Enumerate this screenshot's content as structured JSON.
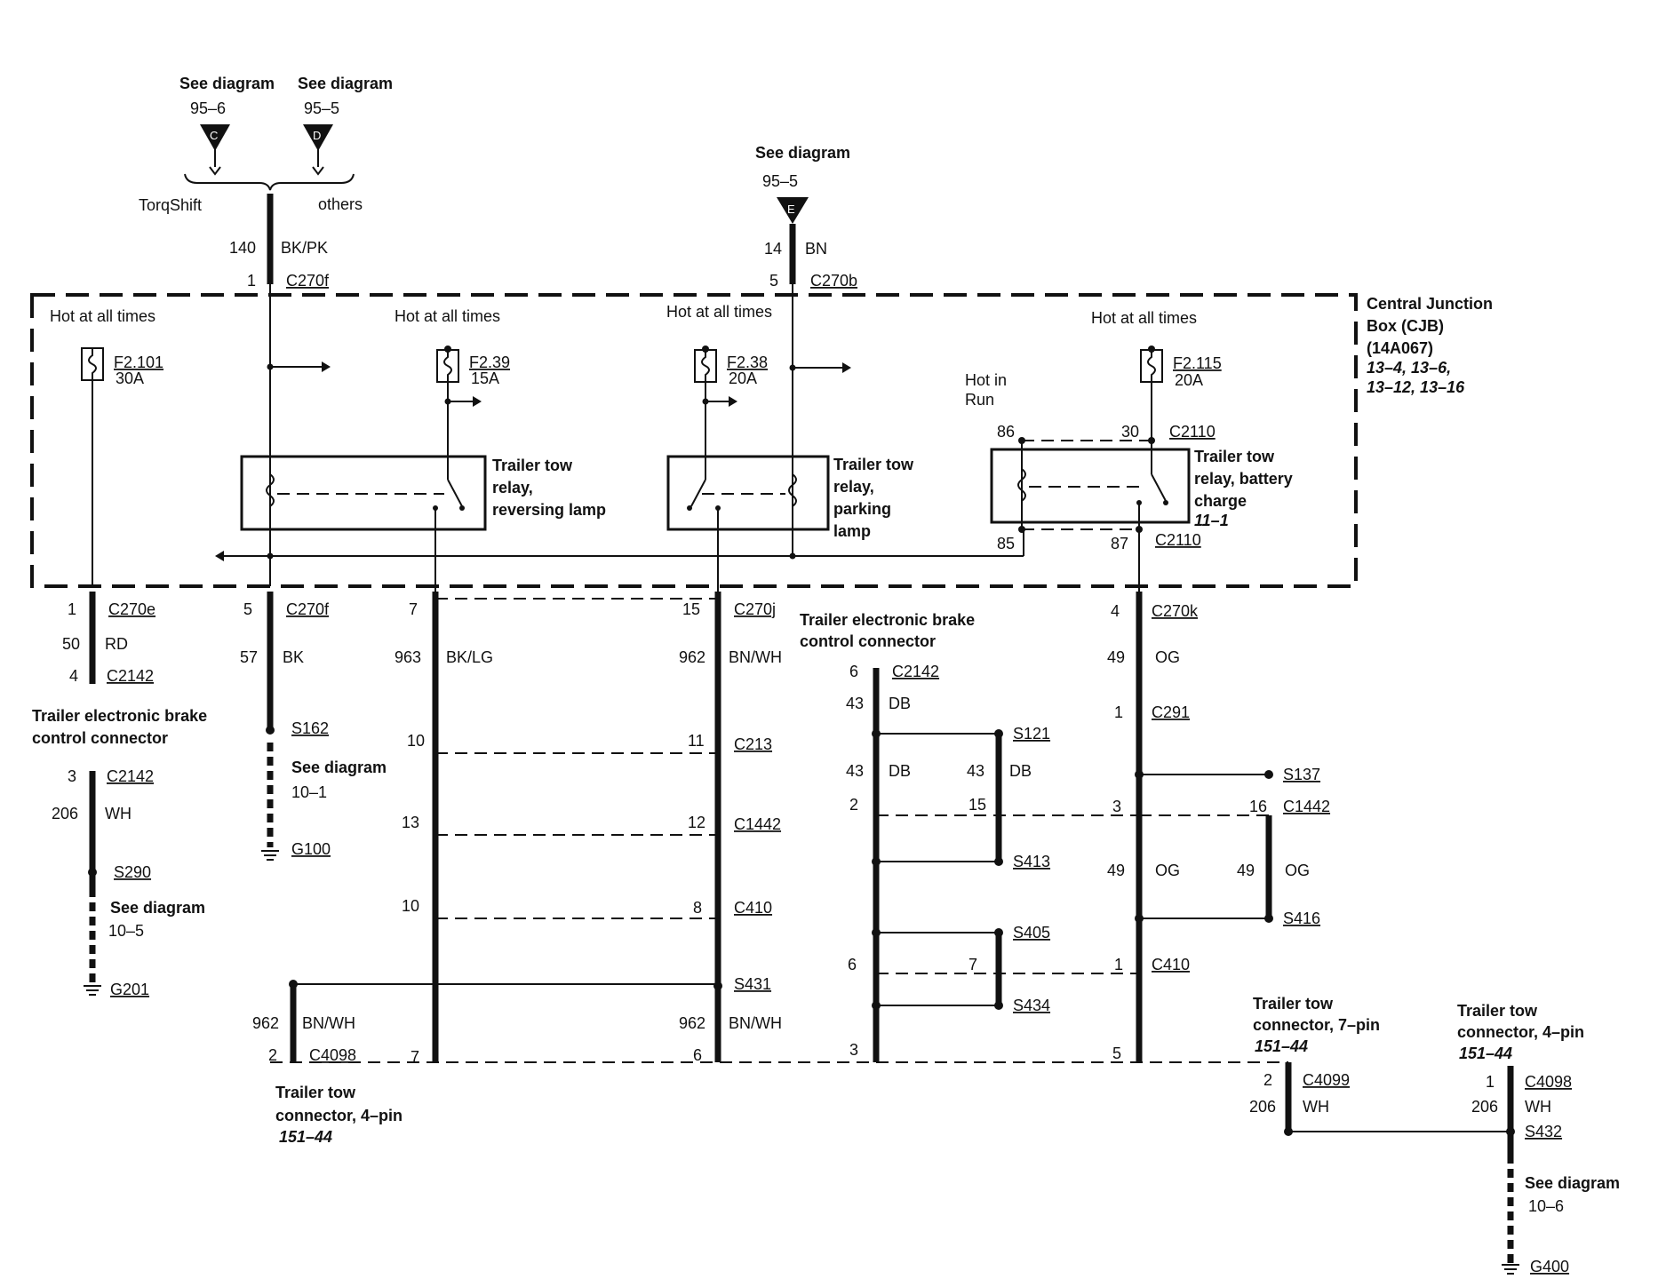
{
  "header": {
    "see_diagram_c": "See diagram",
    "ref_c": "95–6",
    "letter_c": "C",
    "see_diagram_d": "See diagram",
    "ref_d": "95–5",
    "letter_d": "D",
    "torqshift": "TorqShift",
    "others": "others",
    "see_diagram_e": "See diagram",
    "ref_e": "95–5",
    "letter_e": "E"
  },
  "feeds": {
    "left_circuit": "140",
    "left_color": "BK/PK",
    "left_pin": "1",
    "left_conn": "C270f",
    "mid_circuit": "14",
    "mid_color": "BN",
    "mid_pin": "5",
    "mid_conn": "C270b"
  },
  "cjb": {
    "title_line1": "Central Junction",
    "title_line2": "Box (CJB)",
    "part": "(14A067)",
    "pages1": "13–4, 13–6,",
    "pages2": "13–12, 13–16",
    "hot1": "Hot at all times",
    "hot2": "Hot at all times",
    "hot3": "Hot at all times",
    "hot4": "Hot at all times",
    "hot_run1": "Hot in",
    "hot_run2": "Run",
    "fuses": [
      {
        "id": "F2.101",
        "amps": "30A"
      },
      {
        "id": "F2.39",
        "amps": "15A"
      },
      {
        "id": "F2.38",
        "amps": "20A"
      },
      {
        "id": "F2.115",
        "amps": "20A"
      }
    ],
    "relay_rev": [
      "Trailer tow",
      "relay,",
      "reversing lamp"
    ],
    "relay_park": [
      "Trailer tow",
      "relay,",
      "parking",
      "lamp"
    ],
    "relay_batt": [
      "Trailer tow",
      "relay, battery",
      "charge",
      "11–1"
    ],
    "pin86": "86",
    "pin30": "30",
    "pin85": "85",
    "pin87": "87",
    "c2110": "C2110"
  },
  "branch1": {
    "pin": "1",
    "conn": "C270e",
    "circuit": "50",
    "color": "RD",
    "pin2": "4",
    "conn2": "C2142",
    "label1": "Trailer electronic brake",
    "label2": "control connector",
    "pin3": "3",
    "conn3": "C2142",
    "circuit2": "206",
    "color2": "WH",
    "splice": "S290",
    "see": "See diagram",
    "see_ref": "10–5",
    "ground": "G201"
  },
  "branch2": {
    "pin": "5",
    "conn": "C270f",
    "circuit": "57",
    "color": "BK",
    "splice": "S162",
    "see": "See diagram",
    "see_ref": "10–1",
    "ground": "G100"
  },
  "branch3": {
    "pin": "7",
    "circuit": "963",
    "color": "BK/LG",
    "p_c213": "10",
    "p_c1442": "13",
    "p_c410": "10",
    "p_c4098": "7"
  },
  "branch4": {
    "pin": "15",
    "conn": "C270j",
    "circuit": "962",
    "color": "BN/WH",
    "p_c213": "11",
    "c213": "C213",
    "p_c1442": "12",
    "c1442": "C1442",
    "p_c410": "8",
    "c410": "C410",
    "splice": "S431",
    "circuit2": "962",
    "color2": "BN/WH",
    "p_end": "6"
  },
  "branch5": {
    "circuit": "962",
    "color": "BN/WH",
    "pin": "2",
    "conn": "C4098",
    "label1": "Trailer tow",
    "label2": "connector, 4–pin",
    "page": "151–44"
  },
  "brake": {
    "label1": "Trailer electronic brake",
    "label2": "control connector",
    "pin": "6",
    "conn": "C2142",
    "circuit": "43",
    "color": "DB",
    "splice1": "S121",
    "circuit_a": "43",
    "color_a": "DB",
    "circuit_b": "43",
    "color_b": "DB",
    "p_c1442": "2",
    "p_c1442b": "15",
    "splice2": "S413",
    "splice3": "S405",
    "p_c410": "6",
    "p_c410b": "7",
    "splice4": "S434",
    "p_end": "3"
  },
  "branch6": {
    "pin": "4",
    "conn": "C270k",
    "circuit": "49",
    "color": "OG",
    "p_c291": "1",
    "c291": "C291",
    "splice1": "S137",
    "p_c1442": "3",
    "p_c1442b": "16",
    "c1442": "C1442",
    "circuit_a": "49",
    "color_a": "OG",
    "circuit_b": "49",
    "color_b": "OG",
    "splice2": "S416",
    "p_c410": "1",
    "c410": "C410",
    "p_end": "5"
  },
  "conn7": {
    "label1": "Trailer tow",
    "label2": "connector, 7–pin",
    "page": "151–44",
    "pin": "2",
    "conn": "C4099",
    "circuit": "206",
    "color": "WH"
  },
  "conn4": {
    "label1": "Trailer tow",
    "label2": "connector, 4–pin",
    "page": "151–44",
    "pin": "1",
    "conn": "C4098",
    "circuit": "206",
    "color": "WH",
    "splice": "S432",
    "see": "See diagram",
    "see_ref": "10–6",
    "ground": "G400"
  }
}
